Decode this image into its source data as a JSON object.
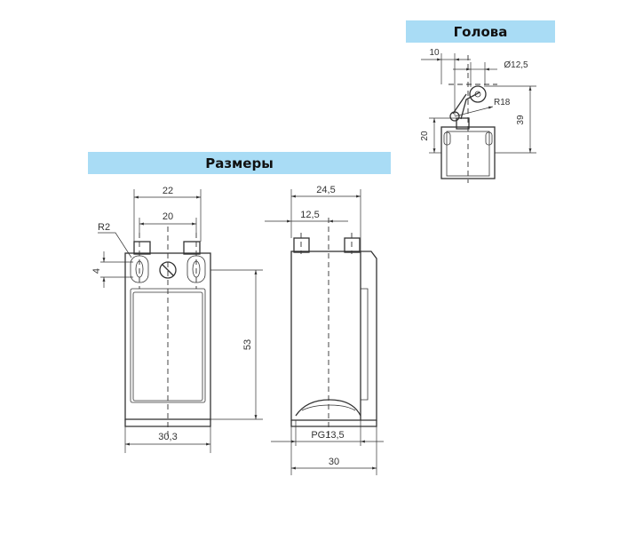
{
  "headings": {
    "dimensions": "Размеры",
    "head": "Голова"
  },
  "front_view": {
    "width_22": "22",
    "width_20": "20",
    "radius": "R2",
    "offset_4": "4",
    "height_53": "53",
    "width_30_3": "30,3"
  },
  "side_view": {
    "width_24_5": "24,5",
    "width_12_5": "12,5",
    "thread": "PG13,5",
    "width_30": "30"
  },
  "head_view": {
    "offset_10": "10",
    "diameter": "Ø12,5",
    "radius": "R18",
    "height_20": "20",
    "height_39": "39"
  }
}
